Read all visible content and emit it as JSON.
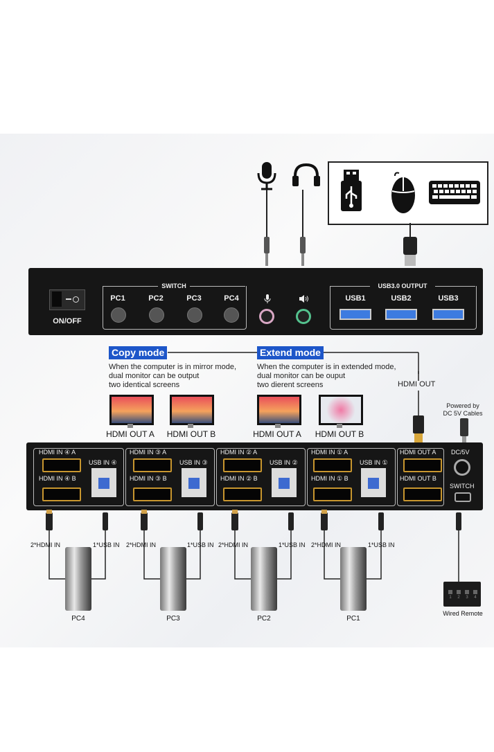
{
  "top_peripherals": {
    "mic_icon": "microphone-icon",
    "headphone_icon": "headphones-icon",
    "usb_drive_icon": "usb-drive-icon",
    "mouse_icon": "mouse-icon",
    "keyboard_icon": "keyboard-icon"
  },
  "front_panel": {
    "power_label": "ON/OFF",
    "switch_title": "SWITCH",
    "pc_buttons": [
      "PC1",
      "PC2",
      "PC3",
      "PC4"
    ],
    "usb_title": "USB3.0 OUTPUT",
    "usb_ports": [
      "USB1",
      "USB2",
      "USB3"
    ],
    "mic_icon": "microphone-icon",
    "speaker_icon": "speaker-icon",
    "usb_color": "#3d7be0"
  },
  "modes": {
    "copy": {
      "title": "Copy mode",
      "desc": [
        "When the computer is in mirror mode,",
        "dual monitor can be output",
        "two identical screens"
      ],
      "monitors": [
        "HDMI OUT A",
        "HDMI OUT B"
      ]
    },
    "extend": {
      "title": "Extend mode",
      "desc": [
        "When the computer is in extended mode,",
        "dual monitor can be ouput",
        "two dierent screens"
      ],
      "monitors": [
        "HDMI OUT A",
        "HDMI OUT B"
      ]
    },
    "hdmi_out_label": "HDMI OUT",
    "powered_by": [
      "Powered by",
      "DC 5V Cables"
    ]
  },
  "back_panel": {
    "groups": [
      {
        "hdmi_a": "HDMI IN ④ A",
        "hdmi_b": "HDMI IN ④ B",
        "usb_in": "USB IN ④"
      },
      {
        "hdmi_a": "HDMI IN ③ A",
        "hdmi_b": "HDMI IN ③ B",
        "usb_in": "USB IN ③"
      },
      {
        "hdmi_a": "HDMI IN ② A",
        "hdmi_b": "HDMI IN ② B",
        "usb_in": "USB IN ②"
      },
      {
        "hdmi_a": "HDMI IN ① A",
        "hdmi_b": "HDMI IN ① B",
        "usb_in": "USB IN ①"
      }
    ],
    "out_a": "HDMI OUT A",
    "out_b": "HDMI OUT B",
    "dc": "DC/5V",
    "switch": "SWITCH"
  },
  "pcs": [
    {
      "hdmi_label": "2*HDMI IN",
      "usb_label": "1*USB IN",
      "name": "PC4"
    },
    {
      "hdmi_label": "2*HDMI IN",
      "usb_label": "1*USB IN",
      "name": "PC3"
    },
    {
      "hdmi_label": "2*HDMI IN",
      "usb_label": "1*USB IN",
      "name": "PC2"
    },
    {
      "hdmi_label": "2*HDMI IN",
      "usb_label": "1*USB IN",
      "name": "PC1"
    }
  ],
  "remote": {
    "label": "Wired Remote",
    "keys": [
      "1",
      "2",
      "3",
      "4"
    ]
  }
}
